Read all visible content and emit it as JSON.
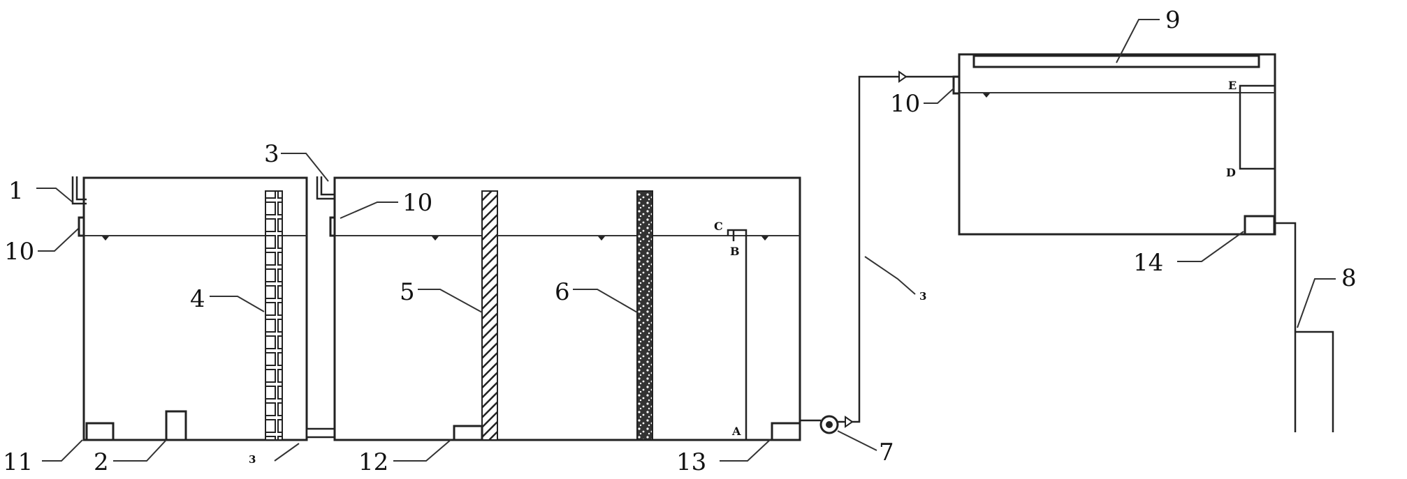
{
  "labels": {
    "n1": "1",
    "n2": "2",
    "n3_top": "3",
    "n3_bottom": "3",
    "n3_riser": "3",
    "n4": "4",
    "n5": "5",
    "n6": "6",
    "n7": "7",
    "n8": "8",
    "n9": "9",
    "n10_left": "10",
    "n10_middle": "10",
    "n10_right": "10",
    "n11": "11",
    "n12": "12",
    "n13": "13",
    "n14": "14"
  },
  "points": {
    "A": "A",
    "B": "B",
    "C": "C",
    "D": "D",
    "E": "E"
  }
}
